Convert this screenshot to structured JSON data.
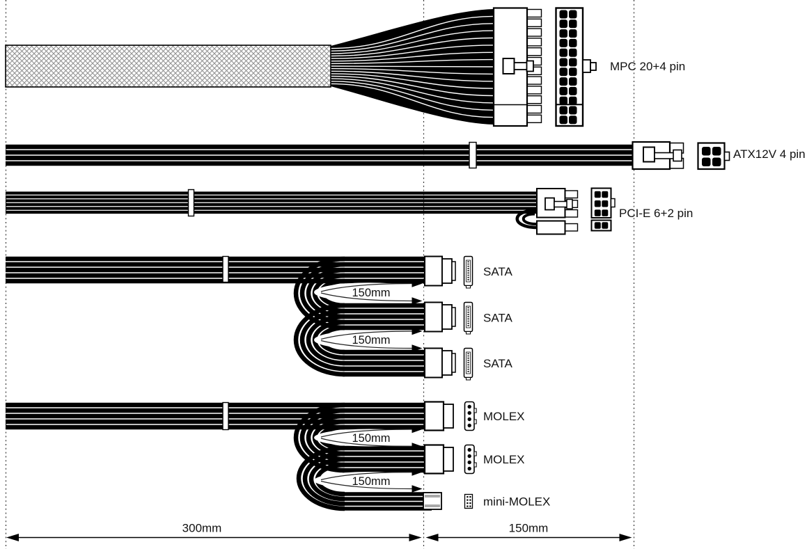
{
  "diagram": {
    "background": "#ffffff",
    "wire_color": "#000000",
    "mesh_color": "#8f8f8f"
  },
  "connectors": {
    "mpc": {
      "label": "MPC 20+4 pin"
    },
    "atx": {
      "label": "ATX12V 4 pin"
    },
    "pcie": {
      "label": "PCI-E 6+2 pin"
    },
    "sata": [
      {
        "label": "SATA"
      },
      {
        "label": "SATA"
      },
      {
        "label": "SATA"
      }
    ],
    "molex": [
      {
        "label": "MOLEX"
      },
      {
        "label": "MOLEX"
      }
    ],
    "mini_molex": {
      "label": "mini-MOLEX"
    }
  },
  "measurements": {
    "sata_spacing": [
      "150mm",
      "150mm"
    ],
    "molex_spacing": [
      "150mm",
      "150mm"
    ],
    "trunk_length": "300mm",
    "extension_length": "150mm"
  }
}
